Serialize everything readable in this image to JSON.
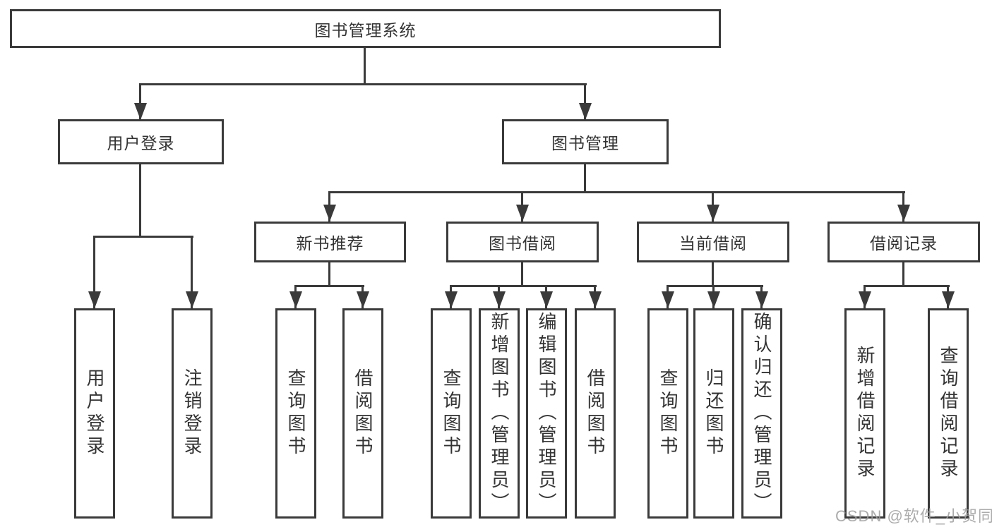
{
  "tree": {
    "root": {
      "label": "图书管理系统"
    },
    "branches": [
      {
        "label": "用户登录",
        "children": [
          {
            "label": "用户登录"
          },
          {
            "label": "注销登录"
          }
        ]
      },
      {
        "label": "图书管理",
        "children": [
          {
            "label": "新书推荐",
            "children": [
              {
                "label": "查询图书"
              },
              {
                "label": "借阅图书"
              }
            ]
          },
          {
            "label": "图书借阅",
            "children": [
              {
                "label": "查询图书"
              },
              {
                "label": "新增图书（管理员）"
              },
              {
                "label": "编辑图书（管理员）"
              },
              {
                "label": "借阅图书"
              }
            ]
          },
          {
            "label": "当前借阅",
            "children": [
              {
                "label": "查询图书"
              },
              {
                "label": "归还图书"
              },
              {
                "label": "确认归还（管理员）"
              }
            ]
          },
          {
            "label": "借阅记录",
            "children": [
              {
                "label": "新增借阅记录"
              },
              {
                "label": "查询借阅记录"
              }
            ]
          }
        ]
      }
    ]
  },
  "watermark": {
    "text": "CSDN @软件_小贺同学"
  },
  "colors": {
    "line": "#3a3a3a",
    "text": "#333333",
    "watermark": "#9e9e9e",
    "background": "#ffffff"
  }
}
